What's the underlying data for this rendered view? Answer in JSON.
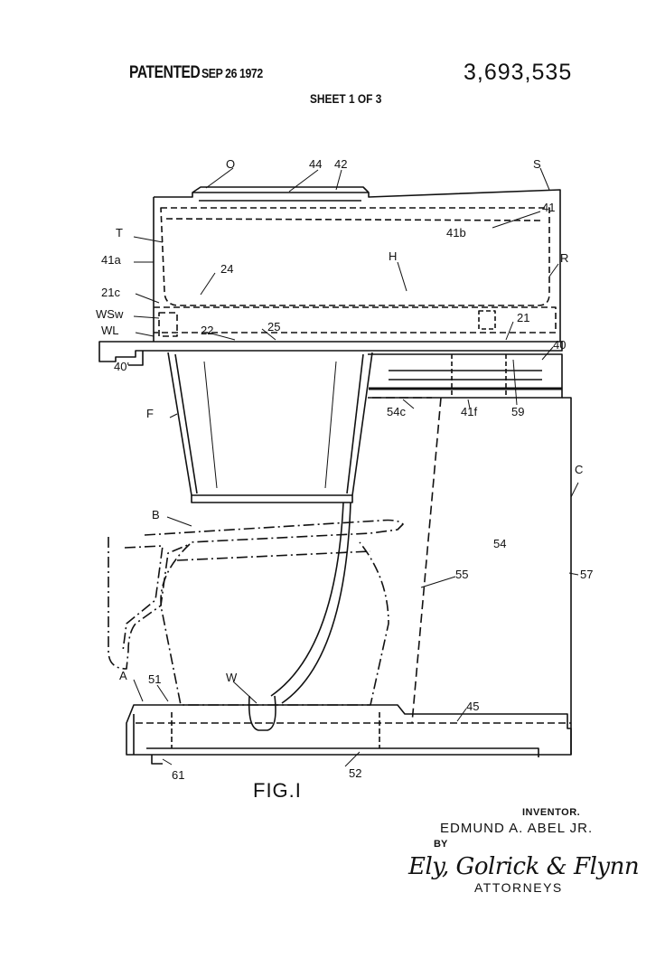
{
  "header": {
    "patented": "PATENTED",
    "date": "SEP 26 1972",
    "patent_number": "3,693,535",
    "sheet": "SHEET 1 OF 3"
  },
  "figure": {
    "caption": "FIG.I",
    "labels": {
      "O": "O",
      "n44": "44",
      "n42": "42",
      "S": "S",
      "T": "T",
      "n41": "41",
      "n41b": "41b",
      "n41a": "41a",
      "H": "H",
      "R": "R",
      "n24": "24",
      "n21c": "21c",
      "WSw": "WSw",
      "WL": "WL",
      "n22": "22",
      "n25": "25",
      "n21": "21",
      "n40": "40",
      "n40b": "40'",
      "F": "F",
      "n54c": "54c",
      "n41f": "41f",
      "n59": "59",
      "C": "C",
      "B": "B",
      "n54": "54",
      "n55": "55",
      "n57": "57",
      "A": "A",
      "n51": "51",
      "W": "W",
      "n45": "45",
      "n61": "61",
      "n52": "52"
    }
  },
  "footer": {
    "inventor_label": "INVENTOR.",
    "inventor_name": "EDMUND A. ABEL JR.",
    "by": "BY",
    "signature": "Ely, Golrick & Flynn",
    "attorneys": "ATTORNEYS"
  }
}
